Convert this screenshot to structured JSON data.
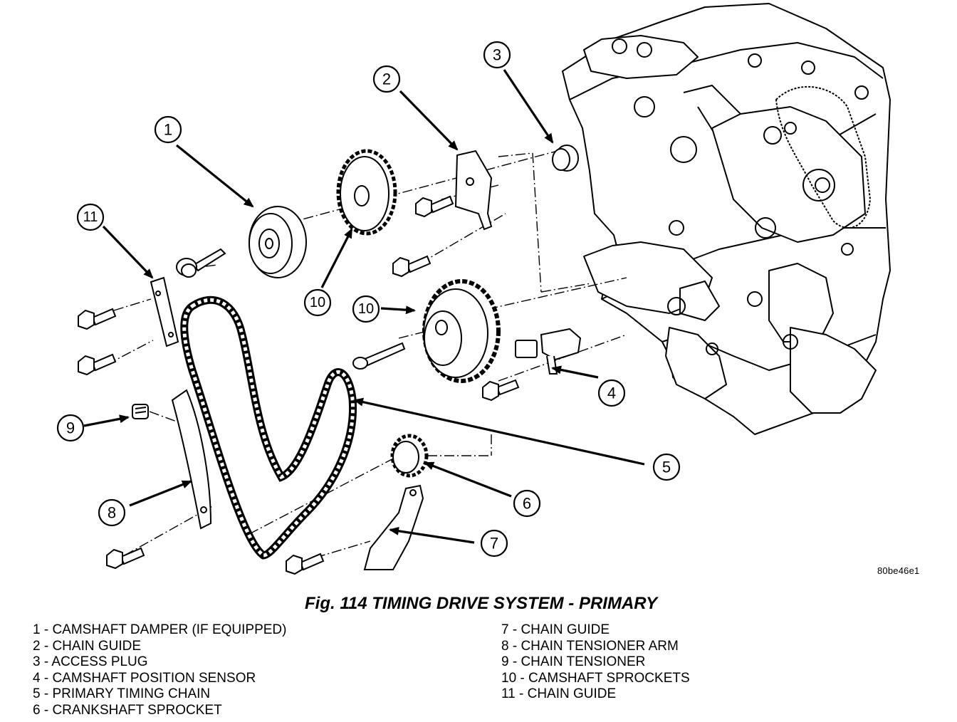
{
  "figure": {
    "title": "Fig. 114 TIMING DRIVE SYSTEM - PRIMARY",
    "reference_code": "80be46e1"
  },
  "callouts": [
    "1",
    "2",
    "3",
    "4",
    "5",
    "6",
    "7",
    "8",
    "9",
    "10",
    "10",
    "11"
  ],
  "legend": {
    "left": [
      "1 - CAMSHAFT DAMPER (IF EQUIPPED)",
      "2 - CHAIN GUIDE",
      "3 - ACCESS PLUG",
      "4 - CAMSHAFT POSITION SENSOR",
      "5 - PRIMARY TIMING CHAIN",
      "6 - CRANKSHAFT SPROCKET"
    ],
    "right": [
      "7 - CHAIN GUIDE",
      "8 - CHAIN TENSIONER ARM",
      "9 - CHAIN TENSIONER",
      "10 - CAMSHAFT SPROCKETS",
      "11 - CHAIN GUIDE"
    ]
  },
  "colors": {
    "ink": "#000000",
    "paper": "#ffffff"
  }
}
